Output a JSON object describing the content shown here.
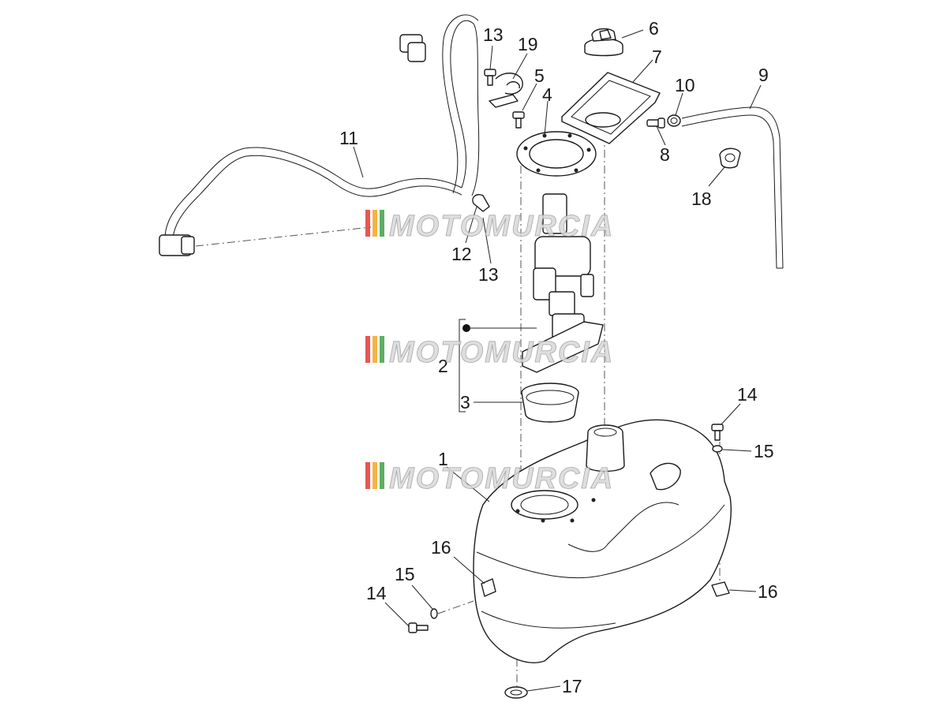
{
  "diagram": {
    "callouts": [
      "13",
      "19",
      "6",
      "7",
      "5",
      "4",
      "10",
      "9",
      "8",
      "11",
      "18",
      "12",
      "13",
      "2",
      "3",
      "1",
      "14",
      "15",
      "16",
      "16",
      "15",
      "14",
      "17"
    ],
    "watermark": "MOTOMURCIA",
    "watermark_colors": [
      "#e53935",
      "#f5a623",
      "#43a047",
      "#cfcfcf"
    ]
  }
}
